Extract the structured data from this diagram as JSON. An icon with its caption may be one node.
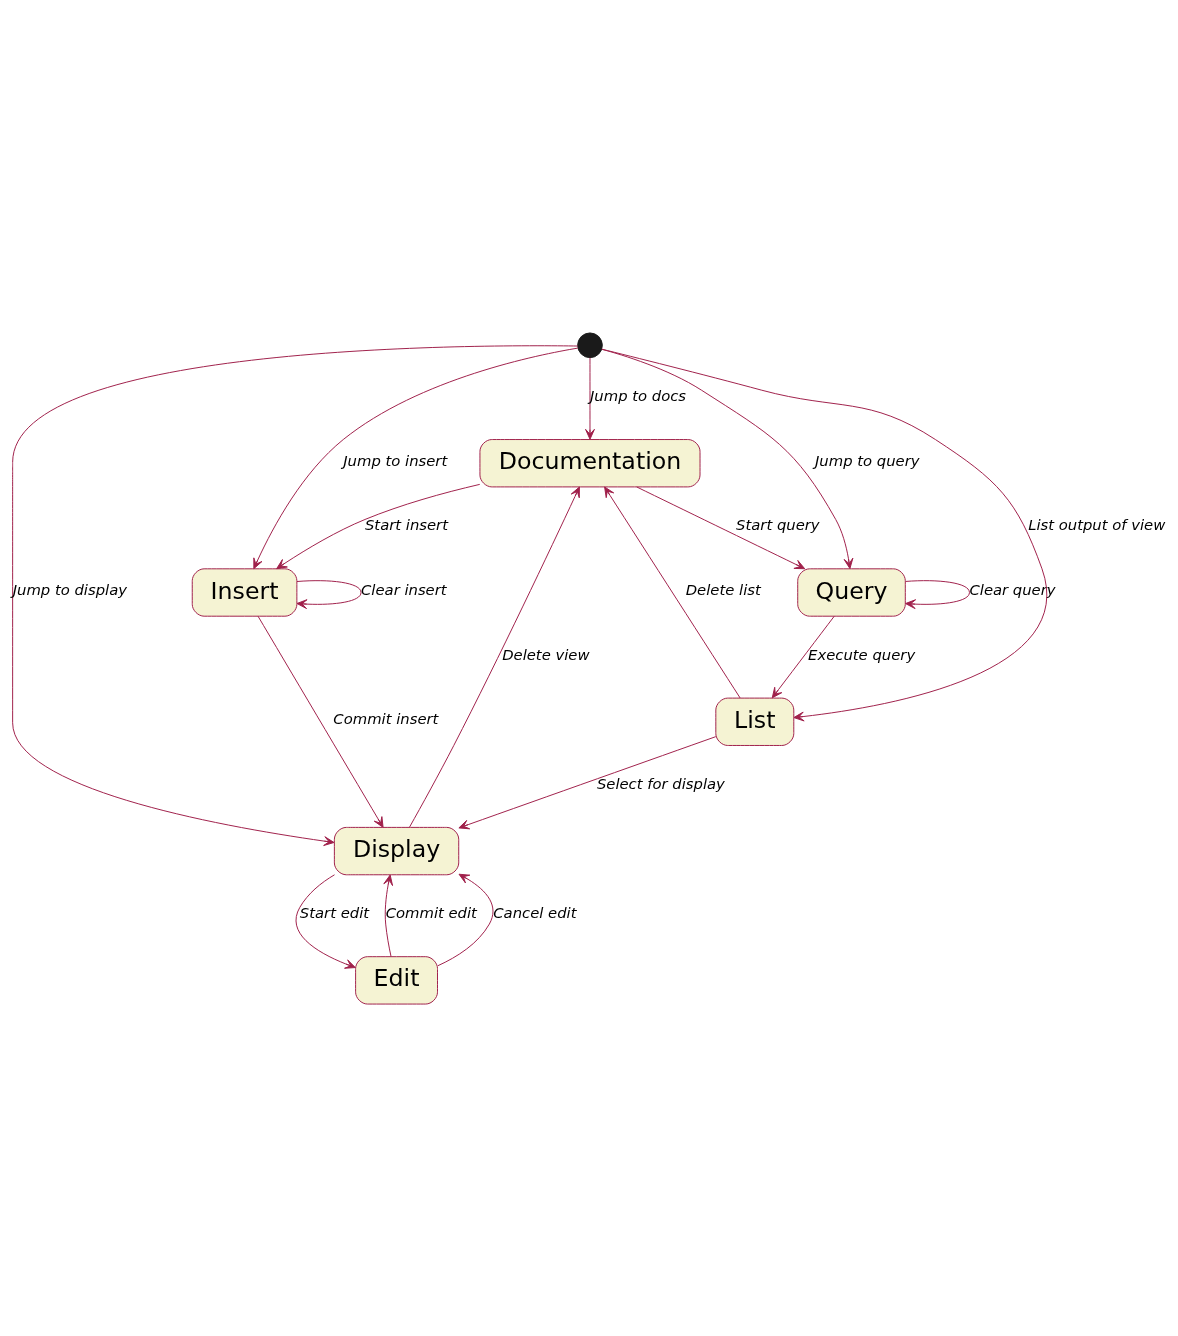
{
  "diagram": {
    "nodes": [
      {
        "text": [
          "Documentation"
        ]
      },
      {
        "text": [
          "Query"
        ]
      },
      {
        "text": [],
        "shape": "circle"
      },
      {
        "text": [
          "Insert"
        ]
      },
      {
        "text": [
          "List"
        ]
      },
      {
        "text": [
          "Display"
        ]
      },
      {
        "text": [
          "Edit"
        ]
      }
    ],
    "edges": [
      {
        "from": 0,
        "to": 3,
        "arrow": "to",
        "label": "Start insert"
      },
      {
        "from": 0,
        "to": 1,
        "arrow": "to",
        "label": "Start query"
      },
      {
        "from": 1,
        "to": 1,
        "arrow": "to",
        "label": "Clear query"
      },
      {
        "from": 2,
        "to": 0,
        "arrow": "to",
        "label": "Jump to docs"
      },
      {
        "from": 2,
        "to": 1,
        "arrow": "to",
        "label": "Jump to query"
      },
      {
        "from": 1,
        "to": 4,
        "arrow": "to",
        "label": "Execute query"
      },
      {
        "from": 3,
        "to": 3,
        "arrow": "to",
        "label": "Clear insert"
      },
      {
        "from": 2,
        "to": 3,
        "arrow": "to",
        "label": "Jump to insert"
      },
      {
        "from": 2,
        "to": 4,
        "arrow": "to",
        "label": "List output of view"
      },
      {
        "from": 2,
        "to": 5,
        "arrow": "to",
        "label": "Jump to display"
      },
      {
        "from": 4,
        "to": 0,
        "arrow": "to",
        "label": "Delete list"
      },
      {
        "from": 5,
        "to": 0,
        "arrow": "to",
        "label": "Delete view"
      },
      {
        "from": 3,
        "to": 5,
        "arrow": "to",
        "label": "Commit insert"
      },
      {
        "from": 4,
        "to": 5,
        "arrow": "to",
        "label": "Select for display"
      },
      {
        "from": 6,
        "to": 5,
        "arrow": "to",
        "label": "Commit edit"
      },
      {
        "from": 6,
        "to": 5,
        "arrow": "to",
        "label": "Cancel edit"
      },
      {
        "from": 5,
        "to": 6,
        "arrow": "to",
        "label": "Start edit"
      }
    ]
  }
}
